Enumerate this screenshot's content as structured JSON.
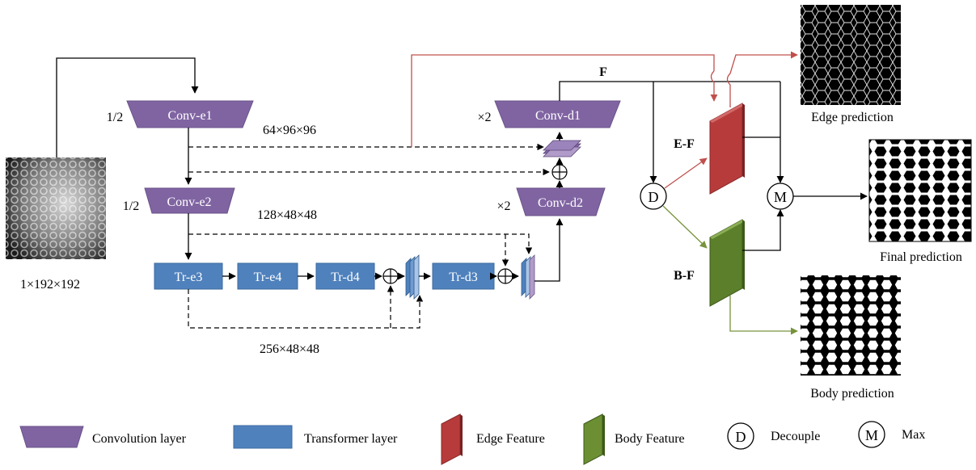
{
  "input": {
    "size": "1×192×192"
  },
  "encoder": {
    "conv_e1": "Conv-e1",
    "conv_e2": "Conv-e2",
    "scale_e1": "1/2",
    "scale_e2": "1/2",
    "tr_e3": "Tr-e3",
    "tr_e4": "Tr-e4"
  },
  "decoder": {
    "tr_d4": "Tr-d4",
    "tr_d3": "Tr-d3",
    "conv_d2": "Conv-d2",
    "conv_d1": "Conv-d1",
    "scale_d2": "×2",
    "scale_d1": "×2"
  },
  "skips": {
    "s1": "64×96×96",
    "s2": "128×48×48",
    "s3": "256×48×48"
  },
  "branches": {
    "feature": "F",
    "edge_feature": "E-F",
    "body_feature": "B-F",
    "decouple_symbol": "D",
    "max_symbol": "M"
  },
  "outputs": {
    "edge": "Edge prediction",
    "final": "Final prediction",
    "body": "Body prediction"
  },
  "legend": {
    "conv": "Convolution  layer",
    "transformer": "Transformer  layer",
    "edge": "Edge  Feature",
    "body": "Body Feature",
    "decouple": "Decouple",
    "max": "Max",
    "decouple_symbol": "D",
    "max_symbol": "M"
  },
  "colors": {
    "conv": "#8064a2",
    "transformer": "#4f81bd",
    "edge": "#b83b3b",
    "body": "#5b7f2a",
    "edge_arrow": "#c0504d",
    "body_arrow": "#77933c"
  }
}
